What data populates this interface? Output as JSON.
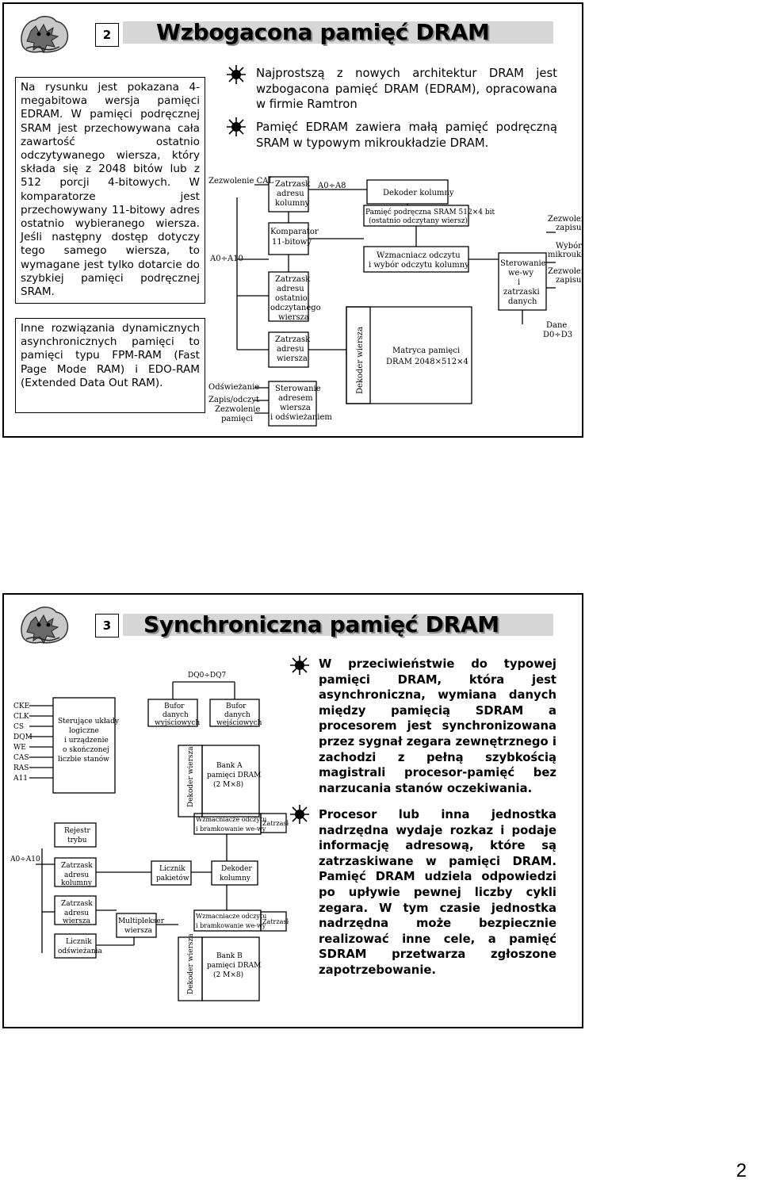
{
  "page_number": "2",
  "slides": [
    {
      "number": "2",
      "title": "Wzbogacona pamięć DRAM",
      "textbox1": "Na rysunku jest pokazana 4-megabitowa wersja pamięci EDRAM. W pamięci podręcznej SRAM jest przechowywana cała zawartość ostatnio odczytywanego wiersza, który składa się z 2048 bitów lub z 512 porcji 4-bitowych. W komparatorze jest przechowywany 11-bitowy adres ostatnio wybieranego wiersza. Jeśli następny dostęp dotyczy tego samego wiersza, to wymagane jest tylko dotarcie do szybkiej pamięci podręcznej SRAM.",
      "textbox2": "Inne rozwiązania dynamicznych asynchronicznych pamięci to pamięci typu FPM-RAM (Fast Page Mode RAM) i EDO-RAM (Extended Data Out RAM).",
      "bullet1": "Najprostszą z nowych architektur DRAM jest wzbogacona pamięć DRAM (EDRAM), opracowana w firmie Ramtron",
      "bullet2": "Pamięć EDRAM zawiera małą pamięć podręczną SRAM w typowym mikroukładzie DRAM.",
      "diagram": {
        "cal_enable": "Zezwolenie CAL",
        "col_latch": [
          "Zatrzask",
          "adresu",
          "kolumny"
        ],
        "a0_a8": "A0÷A8",
        "col_decoder": "Dekoder kolumny",
        "sram": [
          "Pamięć podręczna SRAM 512×4 bit",
          "(ostatnio odczytany wiersz)"
        ],
        "comparator": [
          "Komparator",
          "11-bitowy"
        ],
        "a0_a10": "A0÷A10",
        "amp": [
          "Wzmacniacz odczytu",
          "i wybór odczytu kolumny"
        ],
        "write_enable": [
          "Zezwolenie",
          "zapisu"
        ],
        "output_select": [
          "Wybór",
          "mikroukładu"
        ],
        "write_enable2": [
          "Zezwolenie",
          "zapisu"
        ],
        "io_ctrl": [
          "Sterowanie",
          "we-wy",
          "i",
          "zatrzaski",
          "danych"
        ],
        "last_row_latch": [
          "Zatrzask",
          "adresu",
          "ostatnio",
          "odczytanego",
          "wiersza"
        ],
        "data": [
          "Dane",
          "D0÷D3"
        ],
        "row_latch": [
          "Zatrzask",
          "adresu",
          "wiersza"
        ],
        "row_decoder": "Dekoder wiersza",
        "matrix": [
          "Matryca pamięci",
          "DRAM 2048×512×4"
        ],
        "refresh": "Odświeżanie",
        "rw": "Zapis/odczyt",
        "mem_enable": [
          "Zezwolenie",
          "pamięci"
        ],
        "refresh_ctrl": [
          "Sterowanie",
          "adresem",
          "wiersza",
          "i odświeżaniem"
        ]
      }
    },
    {
      "number": "3",
      "title": "Synchroniczna pamięć DRAM",
      "bullet1": "W przeciwieństwie do typowej pamięci DRAM, która jest asynchroniczna, wymiana danych między pamięcią SDRAM a procesorem jest synchronizowana przez sygnał zegara zewnętrznego i zachodzi z pełną szybkością magistrali procesor-pamięć bez narzucania stanów oczekiwania.",
      "bullet2": "Procesor lub inna jednostka nadrzędna wydaje rozkaz i podaje informację adresową, które są zatrzaskiwane w pamięci DRAM. Pamięć DRAM udziela odpowiedzi po upływie pewnej liczby cykli zegara. W tym czasie jednostka nadrzędna może bezpiecznie realizować inne cele, a pamięć SDRAM przetwarza zgłoszone zapotrzebowanie.",
      "diagram": {
        "dq": "DQ0÷DQ7",
        "out_buffer": [
          "Bufor",
          "danych",
          "wyjściowych"
        ],
        "in_buffer": [
          "Bufor",
          "danych",
          "wejściowych"
        ],
        "signals": [
          "CKE",
          "CLK",
          "CS",
          "DQM",
          "WE",
          "CAS",
          "RAS",
          "A11"
        ],
        "control": [
          "Sterujące układy",
          "logiczne",
          "i urządzenie",
          "o skończonej",
          "liczbie stanów"
        ],
        "row_decoder_a": "Dekoder wiersza",
        "bank_a": [
          "Bank A",
          "pamięci DRAM",
          "(2 M×8)"
        ],
        "amp_a": [
          "Wzmacniacze odczytu",
          "i bramkowanie we-wy"
        ],
        "latch_a": "Zatrzask",
        "mode_reg": [
          "Rejestr",
          "trybu"
        ],
        "a0_a10": "A0÷A10",
        "col_latch": [
          "Zatrzask",
          "adresu",
          "kolumny"
        ],
        "burst_counter": [
          "Licznik",
          "pakietów"
        ],
        "col_decoder": [
          "Dekoder",
          "kolumny"
        ],
        "row_latch": [
          "Zatrzask",
          "adresu",
          "wiersza"
        ],
        "row_mux": [
          "Multiplekser",
          "wiersza"
        ],
        "amp_b": [
          "Wzmacniacze odczytu",
          "i bramkowanie we-wy"
        ],
        "latch_b": "Zatrzask",
        "refresh_counter": [
          "Licznik",
          "odświeżania"
        ],
        "row_decoder_b": "Dekoder wiersza",
        "bank_b": [
          "Bank B",
          "pamięci DRAM",
          "(2 M×8)"
        ]
      }
    }
  ]
}
